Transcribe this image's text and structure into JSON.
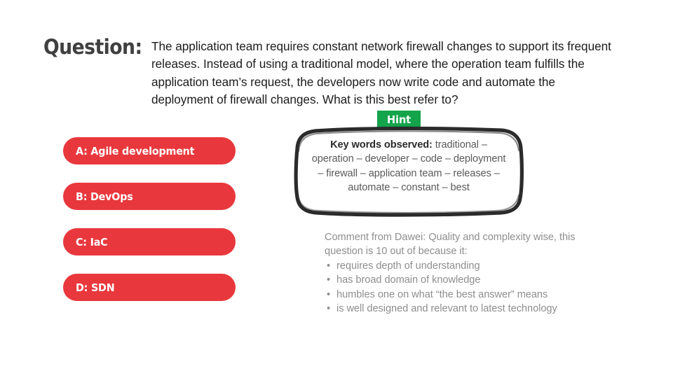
{
  "slide": {
    "background": "#ffffff",
    "accent_red": "#e8383d",
    "accent_green": "#14a44c",
    "heading_color": "#404040",
    "muted_color": "#8e8e8e"
  },
  "question": {
    "label": "Question:",
    "text": "The application team requires constant network firewall changes to support its frequent releases. Instead of using a traditional model, where the operation team fulfills the application team’s request, the developers now write code and automate the deployment of firewall changes. What is this best refer to?"
  },
  "answers": [
    {
      "id": "a",
      "label": "A: Agile development"
    },
    {
      "id": "b",
      "label": "B: DevOps"
    },
    {
      "id": "c",
      "label": "C: IaC"
    },
    {
      "id": "d",
      "label": "D: SDN"
    }
  ],
  "hint": {
    "badge_label": "Hint",
    "body_strong": "Key words observed:",
    "body_text": " traditional – operation – developer – code – deployment – firewall – application team – releases – automate – constant – best"
  },
  "comment": {
    "intro": "Comment from Dawei: Quality and complexity wise, this question is 10 out of because it:",
    "bullet_glyph": "•",
    "items": [
      "requires depth of understanding",
      "has broad domain of knowledge",
      "humbles one on what “the best answer” means",
      "is well designed and relevant to latest technology"
    ]
  }
}
